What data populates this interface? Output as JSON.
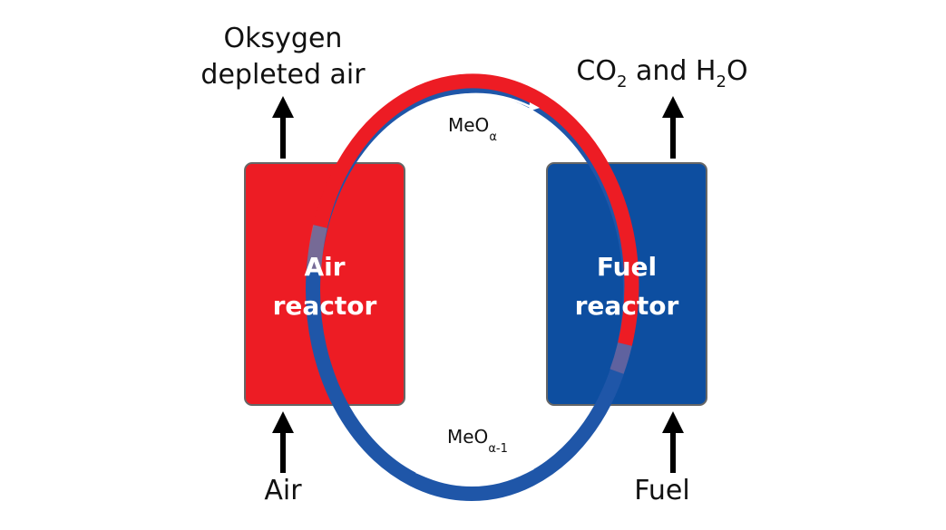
{
  "labels": {
    "top_left_line1": "Oksygen",
    "top_left_line2": "depleted air",
    "top_right_co2": "CO",
    "top_right_sub1": "2",
    "top_right_and": " and H",
    "top_right_sub2": "2",
    "top_right_o": "O",
    "bottom_left": "Air",
    "bottom_right": "Fuel"
  },
  "reactors": {
    "air": {
      "line1": "Air",
      "line2": "reactor",
      "color": "#ED1C24"
    },
    "fuel": {
      "line1": "Fuel",
      "line2": "reactor",
      "color": "#0D4EA0"
    }
  },
  "streams": {
    "oxidized": {
      "base": "MeO",
      "sub": "α",
      "color": "#ED1C24"
    },
    "reduced": {
      "base": "MeO",
      "sub": "α-1",
      "color": "#1F56A8"
    }
  }
}
